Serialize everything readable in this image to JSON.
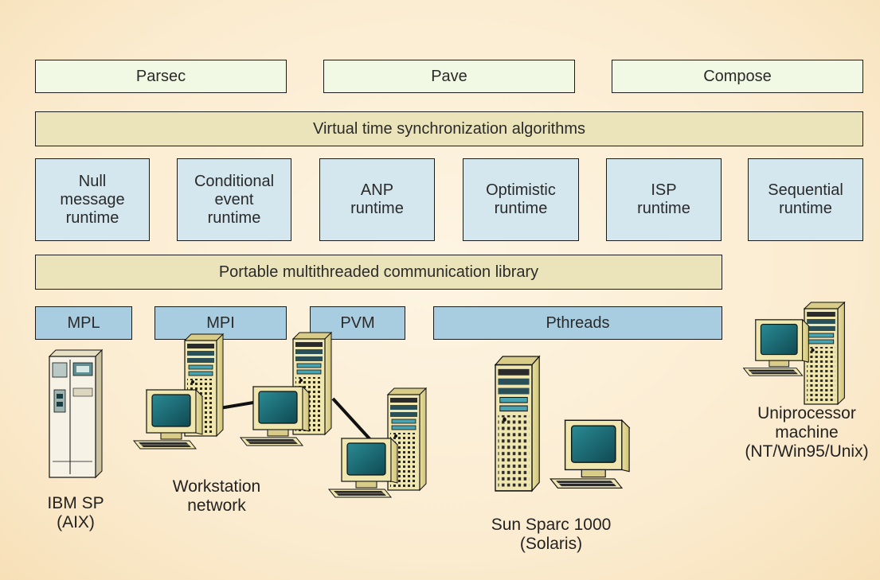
{
  "diagram": {
    "tools": [
      "Parsec",
      "Pave",
      "Compose"
    ],
    "sync_layer": "Virtual time synchronization algorithms",
    "runtimes": [
      [
        "Null",
        "message",
        "runtime"
      ],
      [
        "Conditional",
        "event",
        "runtime"
      ],
      [
        "ANP",
        "runtime"
      ],
      [
        "Optimistic",
        "runtime"
      ],
      [
        "ISP",
        "runtime"
      ],
      [
        "Sequential",
        "runtime"
      ]
    ],
    "comm_library": "Portable multithreaded communication library",
    "libraries": [
      "MPL",
      "MPI",
      "PVM",
      "Pthreads"
    ],
    "platforms": {
      "ibm": [
        "IBM SP",
        "(AIX)"
      ],
      "workstation": [
        "Workstation",
        "network"
      ],
      "sun": [
        "Sun Sparc 1000",
        "(Solaris)"
      ],
      "uni": [
        "Uniprocessor",
        "machine",
        "(NT/Win95/Unix)"
      ]
    }
  },
  "colors": {
    "tool_fill": "#f1f8e3",
    "band_fill": "#ebe4bb",
    "runtime_fill": "#d4e7ef",
    "library_fill": "#a9cde0",
    "machine_body": "#efe6b0",
    "screen": "#17616b"
  }
}
